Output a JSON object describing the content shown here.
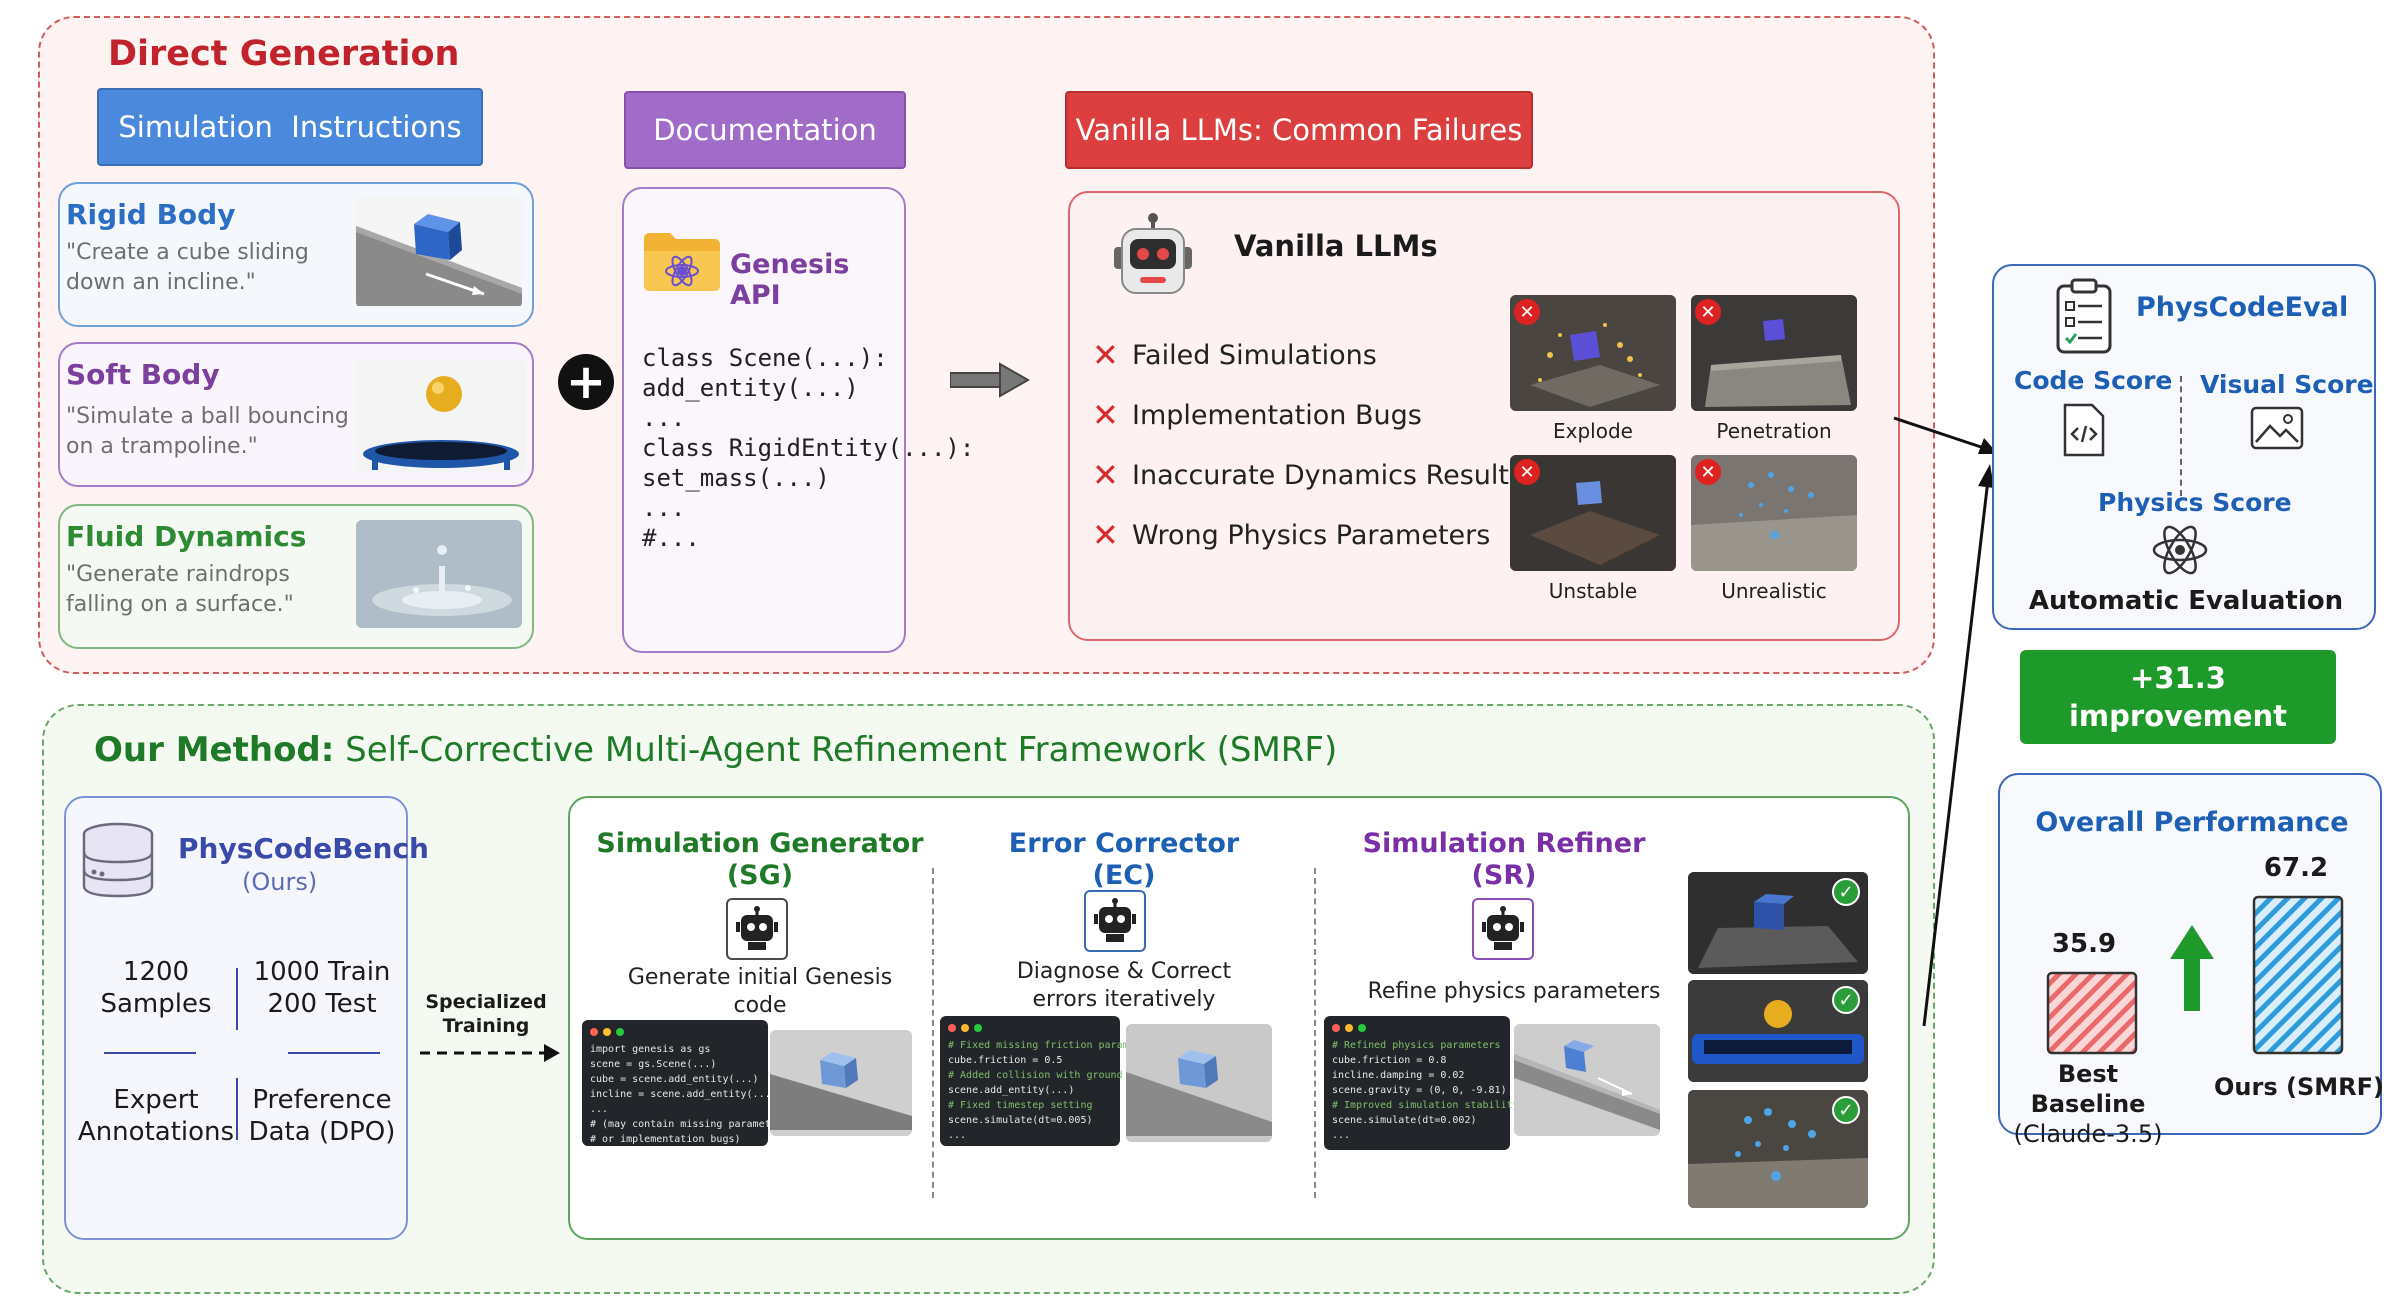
{
  "direct": {
    "title": "Direct Generation",
    "sim_header": "Simulation  Instructions",
    "doc_header": "Documentation",
    "fail_header": "Vanilla LLMs: Common Failures",
    "cards": [
      {
        "title": "Rigid Body",
        "desc_1": "\"Create a cube sliding",
        "desc_2": "down an incline.\"",
        "color": "#2a6fc4"
      },
      {
        "title": "Soft Body",
        "desc_1": "\"Simulate a ball bouncing",
        "desc_2": "on a trampoline.\"",
        "color": "#7b3f9e"
      },
      {
        "title": "Fluid Dynamics",
        "desc_1": "\"Generate raindrops",
        "desc_2": "falling on a surface.\"",
        "color": "#2f8a34"
      }
    ],
    "api_label": "Genesis API",
    "code": [
      "class Scene(...):",
      "add_entity(...)",
      "...",
      "class RigidEntity(...):",
      "set_mass(...)",
      "...",
      "#..."
    ],
    "vanilla_title": "Vanilla LLMs",
    "failures": [
      "Failed Simulations",
      "Implementation Bugs",
      "Inaccurate Dynamics Results",
      "Wrong Physics Parameters"
    ],
    "fail_images": [
      "Explode",
      "Penetration",
      "Unstable",
      "Unrealistic"
    ]
  },
  "eval": {
    "title": "PhysCodeEval",
    "code_score": "Code Score",
    "visual_score": "Visual Score",
    "physics_score": "Physics Score",
    "footer": "Automatic Evaluation",
    "improvement_1": "+31.3",
    "improvement_2": "improvement"
  },
  "perf": {
    "title": "Overall Performance",
    "baseline_value": "35.9",
    "ours_value": "67.2",
    "baseline_label_1": "Best Baseline",
    "baseline_label_2": "(Claude-3.5)",
    "ours_label": "Ours (SMRF)"
  },
  "method": {
    "title_bold": "Our Method:",
    "title_rest": "Self-Corrective Multi-Agent Refinement Framework (SMRF)",
    "bench_title": "PhysCodeBench",
    "bench_sub": "(Ours)",
    "stats": [
      {
        "l1": "1200",
        "l2": "Samples"
      },
      {
        "l1": "1000 Train",
        "l2": "200 Test"
      },
      {
        "l1": "Expert",
        "l2": "Annotations"
      },
      {
        "l1": "Preference",
        "l2": "Data (DPO)"
      }
    ],
    "training_1": "Specialized",
    "training_2": "Training",
    "agents": [
      {
        "title_1": "Simulation Generator",
        "title_2": "(SG)",
        "desc_1": "Generate initial Genesis",
        "desc_2": "code",
        "color": "#1f7a28",
        "code": [
          [
            "",
            "import genesis as gs"
          ],
          [
            "",
            "scene = gs.Scene(...)"
          ],
          [
            "",
            "cube = scene.add_entity(...)"
          ],
          [
            "",
            "incline = scene.add_entity(...)"
          ],
          [
            "",
            "..."
          ],
          [
            "",
            "# (may contain missing parameters"
          ],
          [
            "",
            "# or implementation bugs)"
          ]
        ]
      },
      {
        "title_1": "Error Corrector",
        "title_2": "(EC)",
        "desc_1": "Diagnose & Correct",
        "desc_2": "errors iteratively",
        "color": "#1d5fb4",
        "code": [
          [
            "c",
            "# Fixed missing friction parameter"
          ],
          [
            "",
            "cube.friction = 0.5"
          ],
          [
            "c",
            "# Added collision with ground"
          ],
          [
            "",
            "scene.add_entity(...)"
          ],
          [
            "",
            ""
          ],
          [
            "c",
            "# Fixed timestep setting"
          ],
          [
            "",
            "scene.simulate(dt=0.005)"
          ],
          [
            "",
            "..."
          ]
        ]
      },
      {
        "title_1": "Simulation Refiner",
        "title_2": "(SR)",
        "desc_1": "Refine physics parameters",
        "desc_2": "",
        "color": "#7a2fa6",
        "code": [
          [
            "c",
            "# Refined physics parameters"
          ],
          [
            "",
            "cube.friction = 0.8"
          ],
          [
            "",
            "incline.damping = 0.02"
          ],
          [
            "",
            "scene.gravity = (0, 0, -9.81)"
          ],
          [
            "",
            ""
          ],
          [
            "c",
            "# Improved simulation stability"
          ],
          [
            "",
            "scene.simulate(dt=0.002)"
          ],
          [
            "",
            "..."
          ]
        ]
      }
    ]
  },
  "colors": {
    "red": "#d83a3a",
    "blue": "#3d7fd6",
    "purple": "#9b5fc0",
    "green": "#21962d"
  }
}
